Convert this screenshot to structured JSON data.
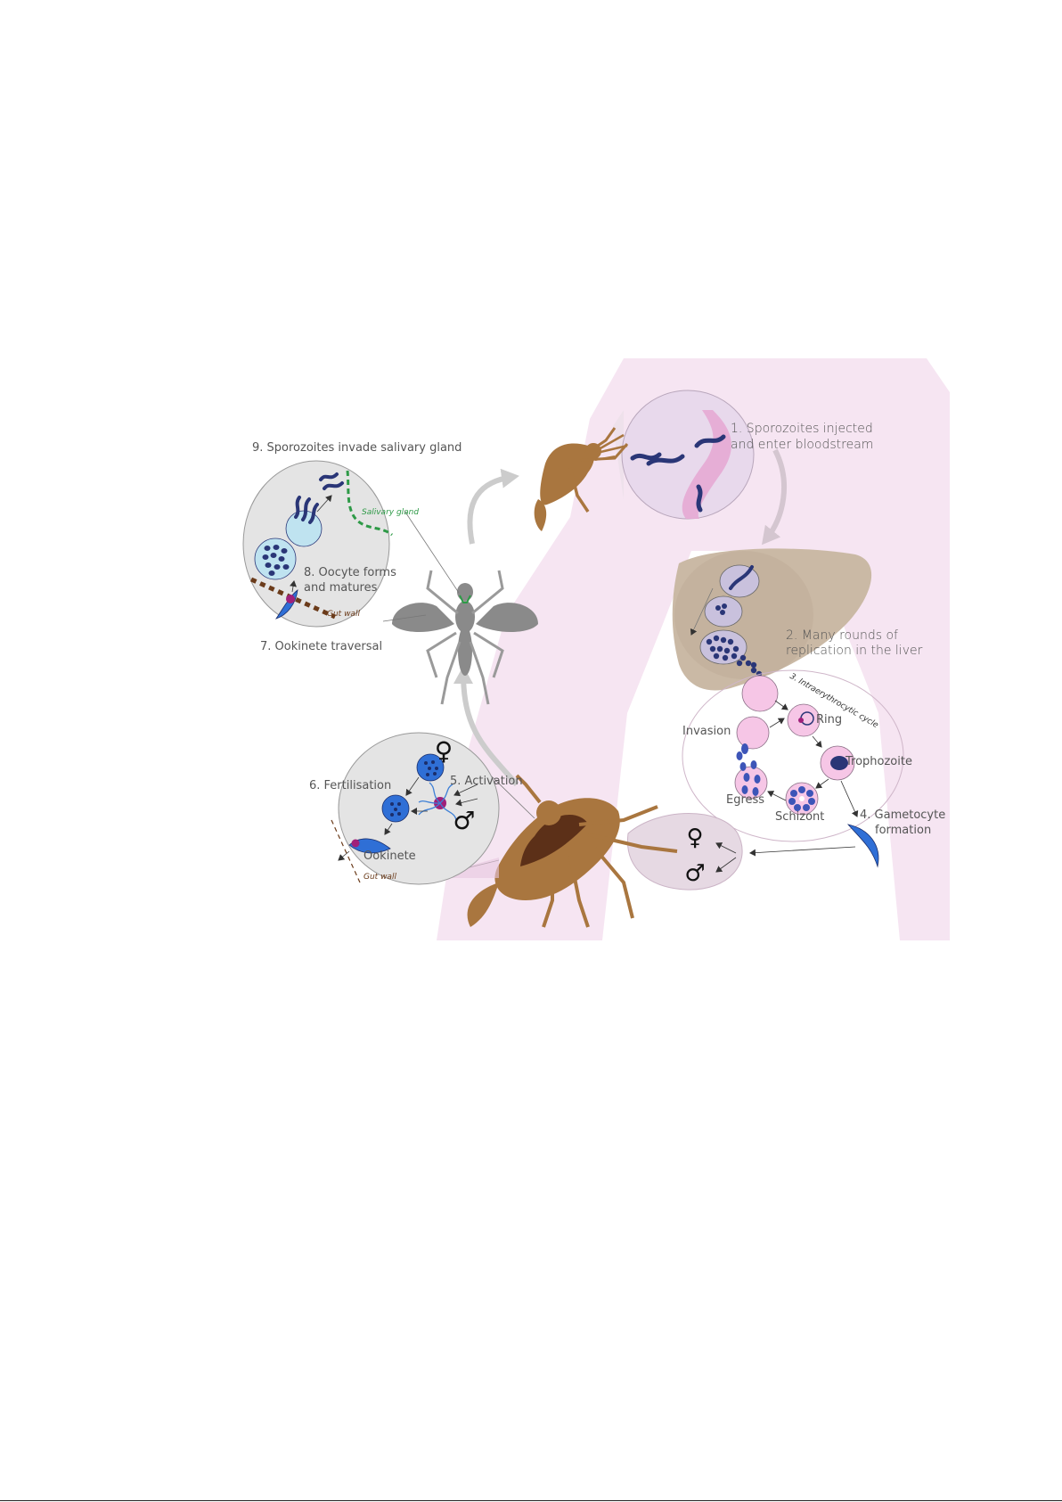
{
  "labels": {
    "step1_line1": "1. Sporozoites injected",
    "step1_line2": "and enter bloodstream",
    "step2_line1": "2. Many rounds of",
    "step2_line2": "replication in the liver",
    "step3": "3. Intraerythrocytic cycle",
    "invasion": "Invasion",
    "ring": "Ring",
    "trophozoite": "Trophozoite",
    "schizont": "Schizont",
    "egress": "Egress",
    "step4_line1": "4. Gametocyte",
    "step4_line2": "formation",
    "step5": "5. Activation",
    "step6": "6. Fertilisation",
    "ookinete": "Ookinete",
    "gut_wall": "Gut wall",
    "step7": "7. Ookinete traversal",
    "step8_line1": "8. Oocyte forms",
    "step8_line2": "and matures",
    "salivary_gland": "Salivary gland",
    "step9": "9. Sporozoites invade salivary gland"
  },
  "symbols": {
    "female": "♀",
    "male": "♂"
  },
  "colors": {
    "body": "#f6e5f2",
    "liver": "#cab9a5",
    "mosquito_brown": "#a9763f",
    "mosquito_grey": "#8a8a8a",
    "parasite": "#2a3677",
    "rbc": "#f6c6e6",
    "oocyte": "#bfe3f0",
    "gland_dash": "#2e9a47",
    "gut_dash": "#6b3b1a"
  }
}
